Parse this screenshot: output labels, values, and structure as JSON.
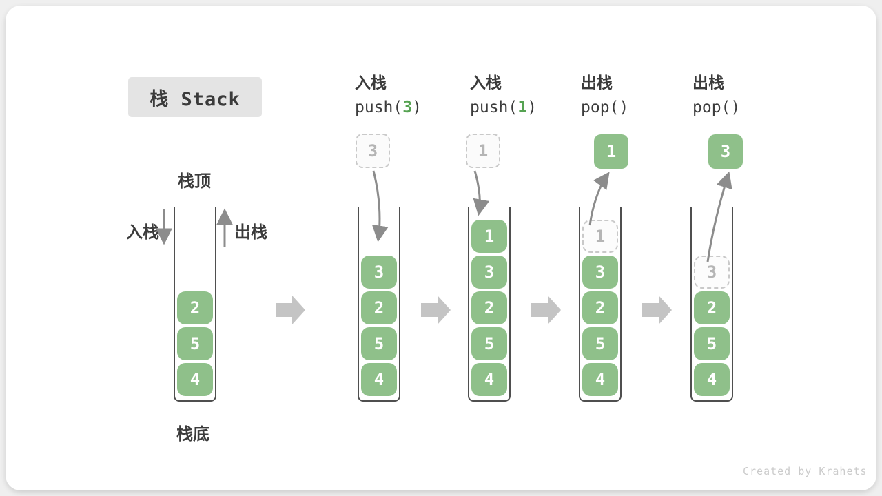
{
  "title": {
    "text": "栈 Stack"
  },
  "legend": {
    "top_label": "栈顶",
    "bottom_label": "栈底",
    "push_label": "入栈",
    "pop_label": "出栈"
  },
  "columns": [
    {
      "label": "入栈",
      "code_fn": "push(",
      "code_arg": "3",
      "code_close": ")",
      "float": {
        "value": "3",
        "style": "ghost"
      }
    },
    {
      "label": "入栈",
      "code_fn": "push(",
      "code_arg": "1",
      "code_close": ")",
      "float": {
        "value": "1",
        "style": "ghost"
      }
    },
    {
      "label": "出栈",
      "code_fn": "pop(",
      "code_arg": "",
      "code_close": ")",
      "float": {
        "value": "1",
        "style": "solid"
      }
    },
    {
      "label": "出栈",
      "code_fn": "pop(",
      "code_arg": "",
      "code_close": ")",
      "float": {
        "value": "3",
        "style": "solid"
      }
    }
  ],
  "stacks": [
    {
      "items": [
        {
          "v": "2"
        },
        {
          "v": "5"
        },
        {
          "v": "4"
        }
      ]
    },
    {
      "items": [
        {
          "v": "3"
        },
        {
          "v": "2"
        },
        {
          "v": "5"
        },
        {
          "v": "4"
        }
      ]
    },
    {
      "items": [
        {
          "v": "1"
        },
        {
          "v": "3"
        },
        {
          "v": "2"
        },
        {
          "v": "5"
        },
        {
          "v": "4"
        }
      ]
    },
    {
      "items": [
        {
          "v": "1",
          "ghost": true
        },
        {
          "v": "3"
        },
        {
          "v": "2"
        },
        {
          "v": "5"
        },
        {
          "v": "4"
        }
      ]
    },
    {
      "items": [
        {
          "v": "3",
          "ghost": true
        },
        {
          "v": "2"
        },
        {
          "v": "5"
        },
        {
          "v": "4"
        }
      ]
    }
  ],
  "icons": {
    "step_arrow": "block-arrow-right",
    "push_arrow": "arrow-down",
    "pop_arrow": "arrow-up"
  },
  "colors": {
    "element_green": "#8fc08a",
    "code_arg_green": "#56a352",
    "ghost_gray": "#c9c9c9",
    "thin_arrow_gray": "#8c8c8c",
    "block_arrow_gray": "#c4c4c4",
    "text_dark": "#3b3b3b",
    "title_bg": "#e4e4e4"
  },
  "footer": {
    "credit": "Created by Krahets"
  }
}
